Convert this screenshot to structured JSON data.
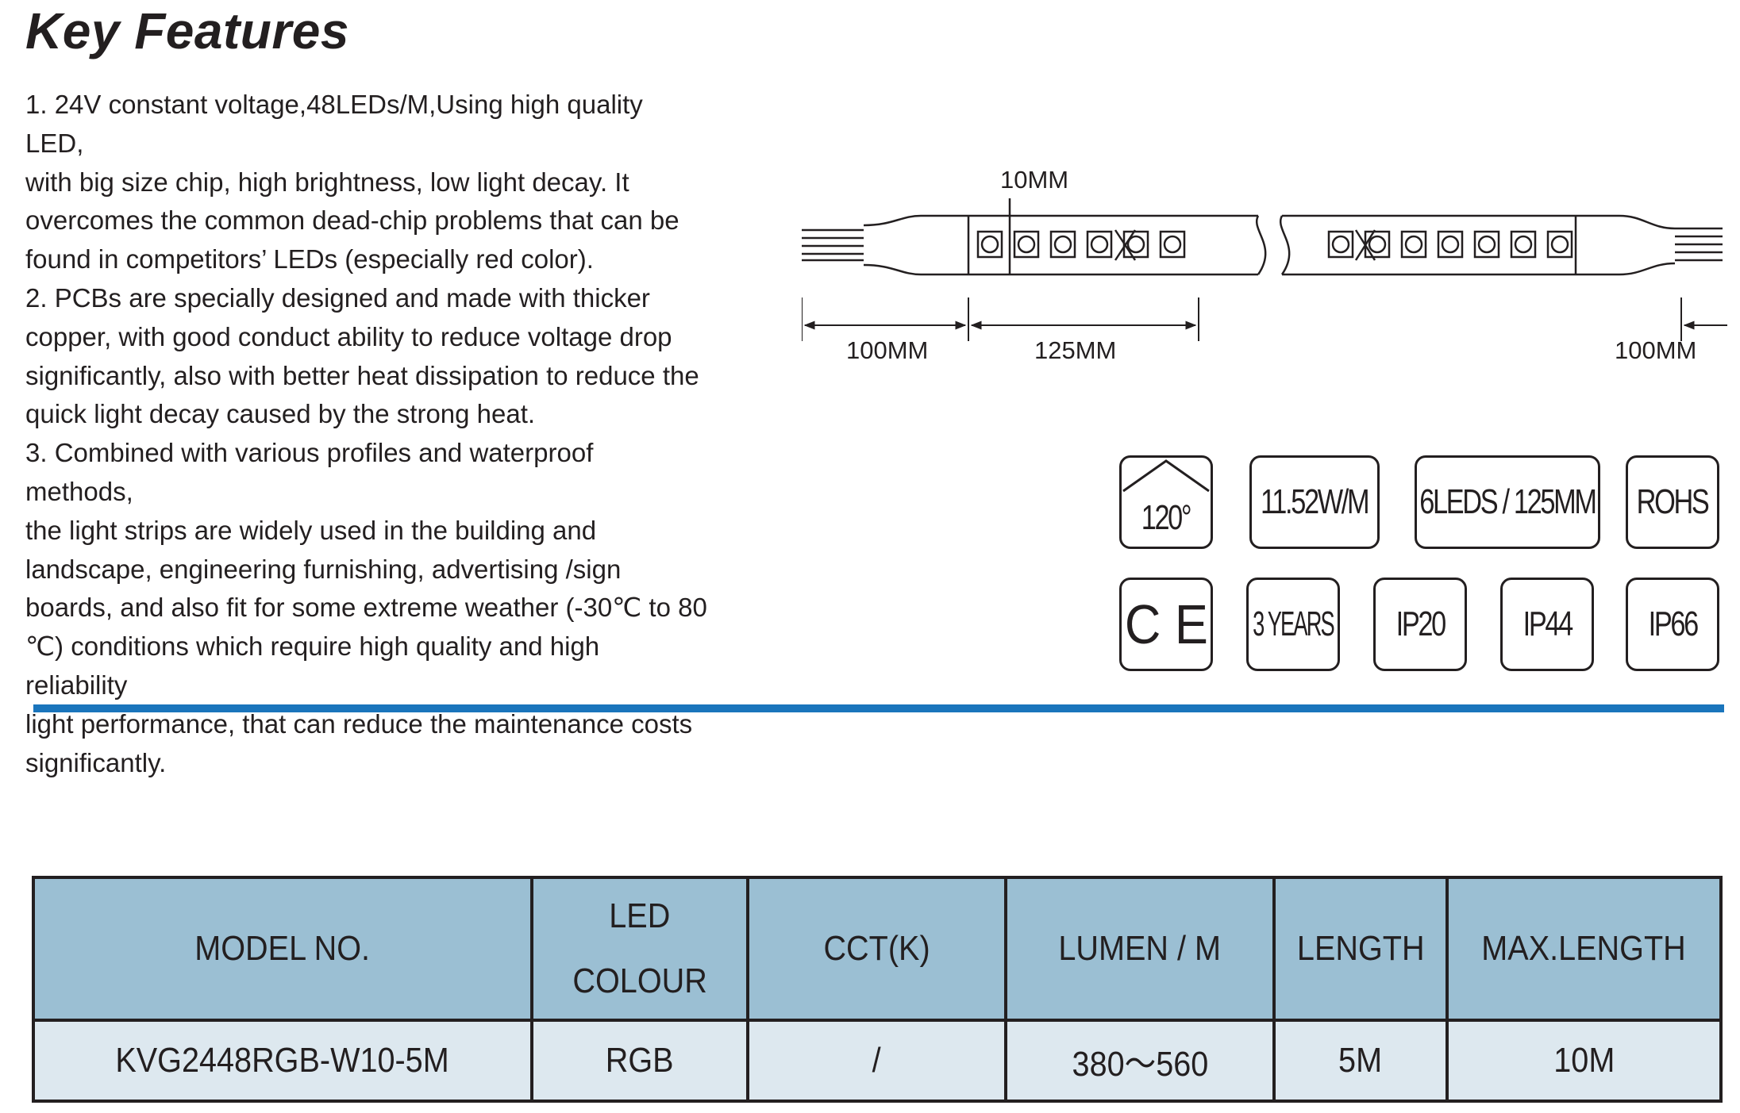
{
  "heading": "Key Features",
  "features": [
    "1. 24V constant voltage,48LEDs/M,Using high quality LED,",
    "with big size chip, high brightness, low light decay. It",
    "overcomes the common dead-chip problems that can be",
    "found in competitors’ LEDs (especially red color).",
    "2. PCBs are specially designed and made with thicker",
    "copper, with good conduct ability to reduce voltage drop",
    "significantly, also with better heat dissipation to reduce the",
    "quick light decay caused by the strong heat.",
    "3. Combined with various profiles and waterproof methods,",
    "the light strips are widely used in the building and",
    "landscape, engineering furnishing, advertising /sign",
    "boards, and also fit for some extreme weather (-30℃ to 80",
    "℃) conditions which require high quality and high reliability",
    "light performance, that can reduce the maintenance costs",
    "significantly."
  ],
  "diagram": {
    "width_label": "10MM",
    "left_lead_label": "100MM",
    "segment_label": "125MM",
    "right_lead_label": "100MM"
  },
  "badges": {
    "beam_angle": "120°",
    "power": "11.52W/M",
    "leds_per_cut": "6LEDS / 125MM",
    "rohs": "ROHS",
    "ce": "C E",
    "warranty": "3 YEARS",
    "ip20": "IP20",
    "ip44": "IP44",
    "ip66": "IP66"
  },
  "table": {
    "headers": {
      "model": "MODEL NO.",
      "led_colour_line1": "LED",
      "led_colour_line2": "COLOUR",
      "cct": "CCT(K)",
      "lumen": "LUMEN / M",
      "length": "LENGTH",
      "max_length": "MAX.LENGTH"
    },
    "row": {
      "model": "KVG2448RGB-W10-5M",
      "led_colour": "RGB",
      "cct": "/",
      "lumen": "380～560",
      "length": "5M",
      "max_length": "10M"
    }
  },
  "colors": {
    "rule": "#1a75bc",
    "header_bg": "#9bbfd3",
    "row_bg": "#dde8ef",
    "ink": "#231f20"
  }
}
